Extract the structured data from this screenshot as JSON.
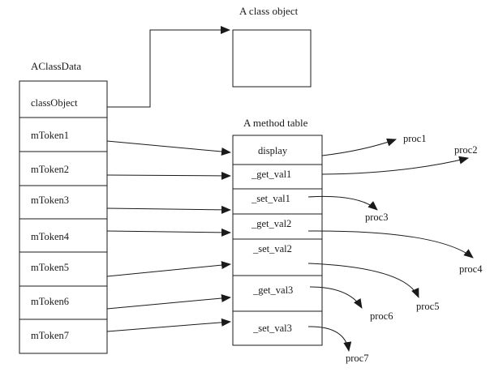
{
  "titles": {
    "class_object": "A class object",
    "class_data": "AClassData",
    "method_table": "A method table"
  },
  "class_data": {
    "class_object": "classObject",
    "tokens": [
      "mToken1",
      "mToken2",
      "mToken3",
      "mToken4",
      "mToken5",
      "mToken6",
      "mToken7"
    ]
  },
  "method_table": {
    "entries": [
      "display",
      "_get_val1",
      "_set_val1",
      "_get_val2",
      "_set_val2",
      "_get_val3",
      "_set_val3"
    ]
  },
  "procs": [
    "proc1",
    "proc2",
    "proc3",
    "proc4",
    "proc5",
    "proc6",
    "proc7"
  ]
}
